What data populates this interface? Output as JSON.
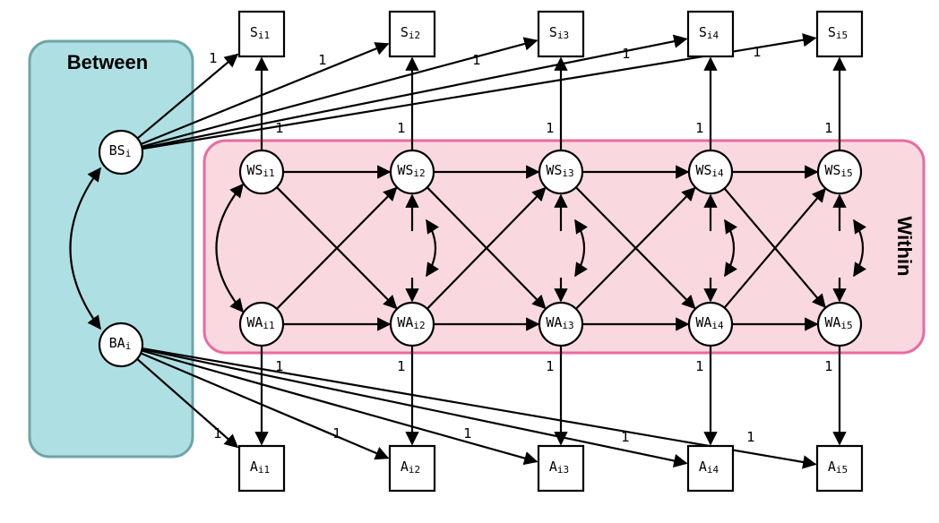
{
  "panels": {
    "between": {
      "title": "Between",
      "fill": "#aee0e3",
      "stroke": "#6fa5a8"
    },
    "within": {
      "title": "Within",
      "fill": "#f9d9df",
      "stroke": "#e96aa0"
    }
  },
  "between_nodes": {
    "bs": {
      "base": "BS",
      "sub": "i"
    },
    "ba": {
      "base": "BA",
      "sub": "i"
    }
  },
  "timepoints": [
    "1",
    "2",
    "3",
    "4",
    "5"
  ],
  "observed": {
    "s": {
      "base": "S",
      "sub_prefix": "i"
    },
    "a": {
      "base": "A",
      "sub_prefix": "i"
    }
  },
  "latent": {
    "ws": {
      "base": "WS",
      "sub_prefix": "i"
    },
    "wa": {
      "base": "WA",
      "sub_prefix": "i"
    }
  },
  "loading_label": "1"
}
